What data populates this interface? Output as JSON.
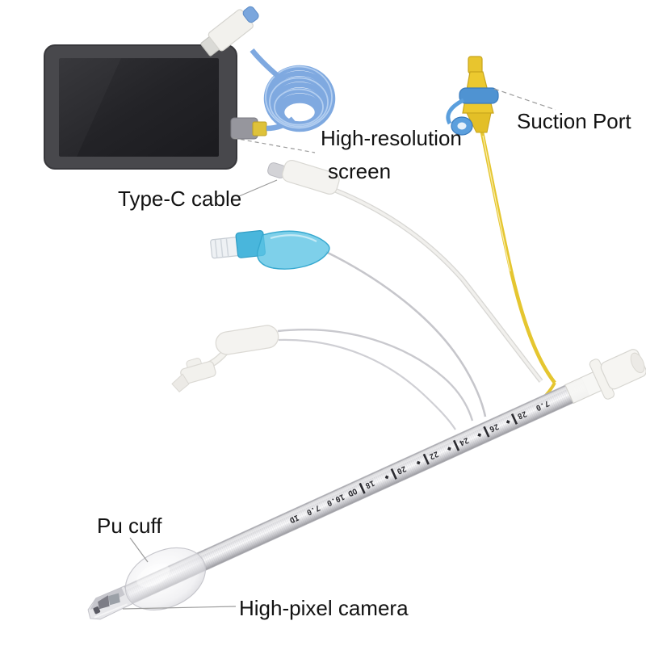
{
  "labels": {
    "high_res_screen_line1": "High-resolution",
    "high_res_screen_line2": "screen",
    "type_c_cable": "Type-C cable",
    "suction_port": "Suction Port",
    "pu_cuff": "Pu cuff",
    "high_pixel_camera": "High-pixel camera"
  },
  "tube_markings": {
    "id_label": "ID",
    "id_value": "7.0",
    "od_label": "OD 10.0",
    "depth_marks": [
      "18",
      "20",
      "22",
      "24",
      "26",
      "28"
    ],
    "proximal_size": "7.0"
  },
  "components": {
    "monitor": "high-resolution-screen",
    "usb_connector": "usb-a-connector",
    "coiled_cable": "blue-coiled-cable",
    "type_c_connector": "type-c-connector",
    "pilot_balloon_blue": "blue-inflation-pilot-balloon",
    "pilot_balloon_white": "white-pilot-balloon",
    "suction_port": "yellow-suction-port",
    "et_tube": "endotracheal-tube",
    "cuff": "pu-cuff",
    "camera_tip": "high-pixel-camera-tip",
    "connector_15mm": "15mm-tube-connector"
  },
  "colors": {
    "background": "#ffffff",
    "label_text": "#121212",
    "cable_blue": "#7fa9e0",
    "balloon_blue": "#4fbede",
    "suction_yellow": "#e8c52e",
    "collar_blue": "#4f93d2",
    "monitor_bezel": "#48484c",
    "monitor_screen": "#232326",
    "tube_silver": "#d8d8dc"
  }
}
